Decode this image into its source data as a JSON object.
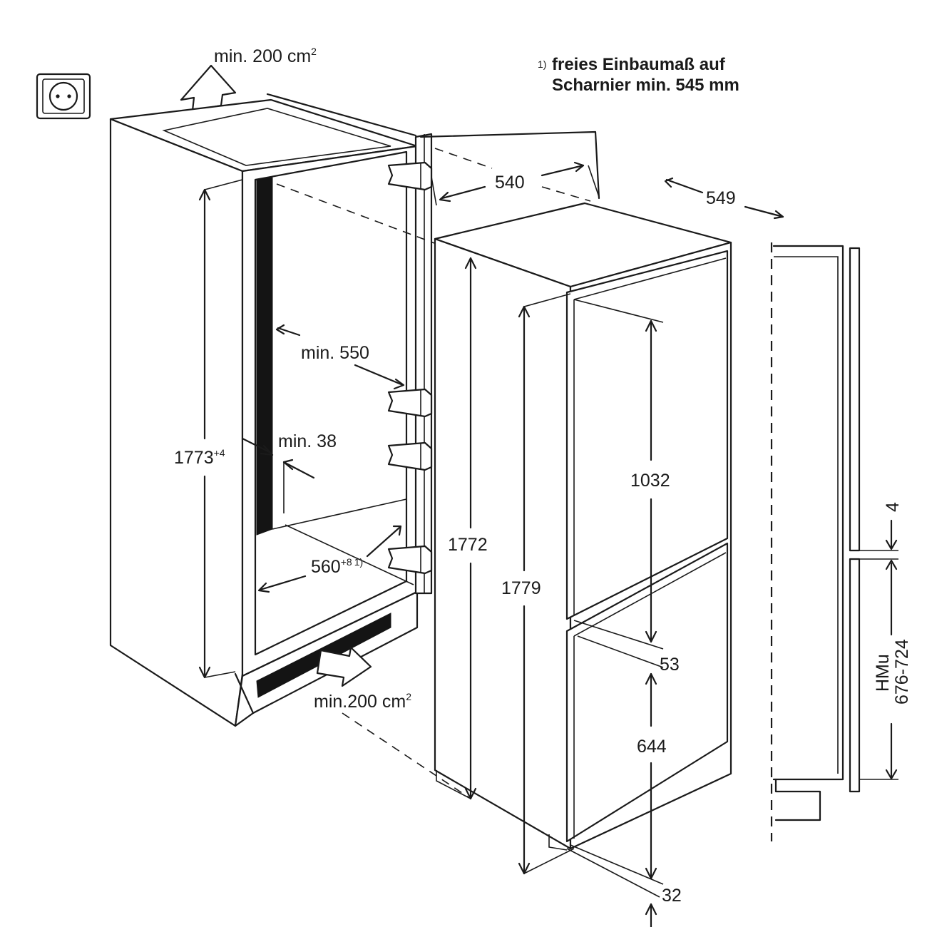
{
  "note": {
    "line1": "freies Einbaumaß auf",
    "line2": "Scharnier min. 545 mm",
    "marker": "1)"
  },
  "labels": {
    "vent_top": "min. 200 cm",
    "vent_top_sup": "2",
    "vent_bottom": "min.200 cm",
    "vent_bottom_sup": "2",
    "depth_540": "540",
    "width_549": "549",
    "min_550": "min. 550",
    "min_38": "min. 38",
    "height_niche": "1773",
    "height_niche_sup": "+4",
    "width_niche": "560",
    "width_niche_sup": "+8",
    "width_niche_marker": "1)",
    "height_1772": "1772",
    "height_1779": "1779",
    "door_upper": "1032",
    "gap_53": "53",
    "door_lower": "644",
    "foot_32": "32",
    "gap_4": "4",
    "hmu_label": "HMu",
    "hmu_range": "676-724"
  },
  "icons": {
    "socket": "power-socket-icon",
    "arrow_up": "airflow-up-arrow-icon",
    "arrow_in": "airflow-in-arrow-icon"
  }
}
